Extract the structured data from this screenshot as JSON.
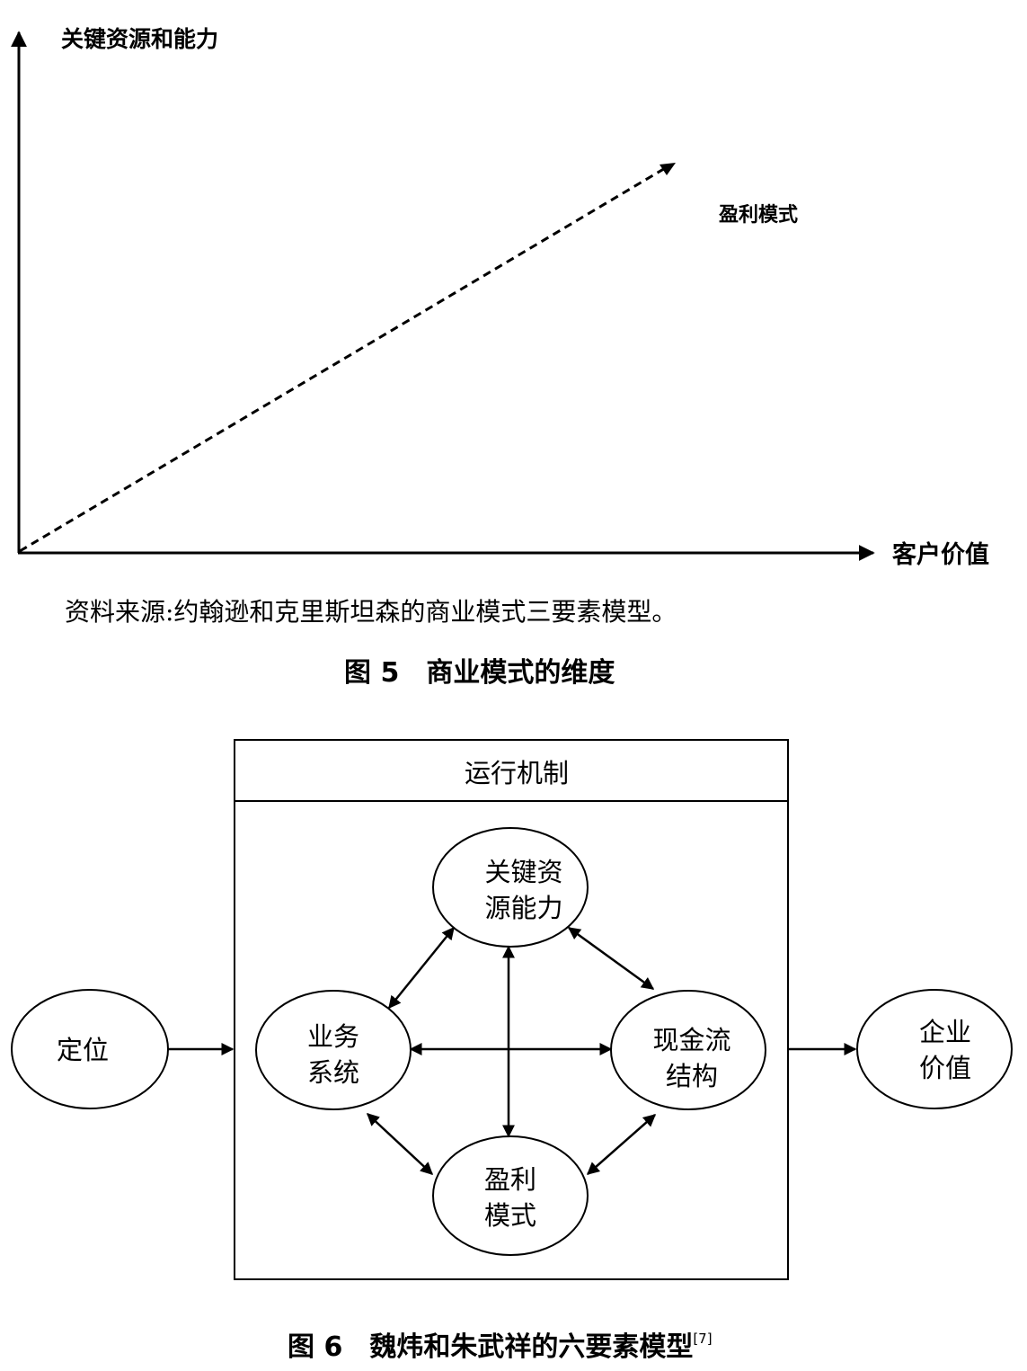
{
  "figure5": {
    "y_axis_label": "关键资源和能力",
    "x_axis_label": "客户价值",
    "line_label": "盈利模式",
    "source_note": "资料来源:约翰逊和克里斯坦森的商业模式三要素模型。",
    "caption": "图 5　商业模式的维度"
  },
  "figure6": {
    "box_title": "运行机制",
    "nodes": {
      "positioning": "定位",
      "key_resources": [
        "关键资",
        "源能力"
      ],
      "business_system": [
        "业务",
        "系统"
      ],
      "cash_flow": [
        "现金流",
        "结构"
      ],
      "profit_model": [
        "盈利",
        "模式"
      ],
      "enterprise_value": [
        "企业",
        "价值"
      ]
    },
    "caption": "图 6　魏炜和朱武祥的六要素模型",
    "citation": "[7]"
  }
}
